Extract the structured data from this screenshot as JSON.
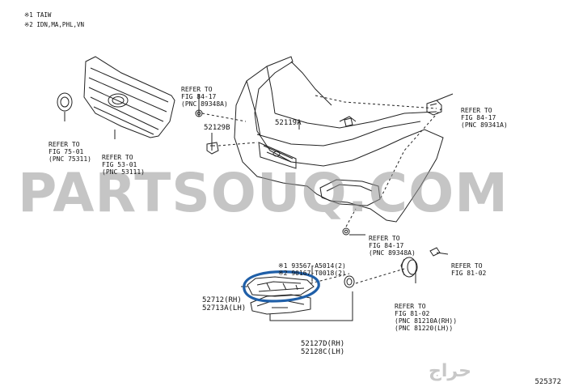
{
  "notes": [
    "※1 TAIW",
    "※2 IDN,MA,PHL,VN"
  ],
  "watermark": "PARTSOUQ.COM",
  "figure_number": "525372",
  "logo_text": "حراج",
  "colors": {
    "highlight": "#1f5fa8",
    "line": "#222222",
    "watermark": "#9a9a9a"
  },
  "labels": {
    "grille_ref_a": [
      "REFER TO",
      "FIG 75-01",
      "(PNC 75311)"
    ],
    "grille_ref_b": [
      "REFER TO",
      "FIG 53-01",
      "(PNC 53111)"
    ],
    "top_ref": [
      "REFER TO",
      "FIG 84-17",
      "(PNC 89348A)"
    ],
    "right_ref": [
      "REFER TO",
      "FIG 84-17",
      "(PNC 89341A)"
    ],
    "mid_ref": [
      "REFER TO",
      "FIG 84-17",
      "(PNC 89348A)"
    ],
    "lamp_ref": [
      "REFER TO",
      "FIG 81-02"
    ],
    "lamp_ref_2": [
      "REFER TO",
      "FIG 81-02",
      "(PNC 81210A(RH))",
      "(PNC 81220(LH))"
    ],
    "part_52129B": "52129B",
    "part_52119A": "52119A",
    "fasteners": [
      "※1 93567-A5014(2)",
      "※2 90167-T0018(2)"
    ],
    "cover_parts": [
      "52712(RH)",
      "52713A(LH)"
    ],
    "bezel_parts": [
      "52127D(RH)",
      "52128C(LH)"
    ]
  }
}
